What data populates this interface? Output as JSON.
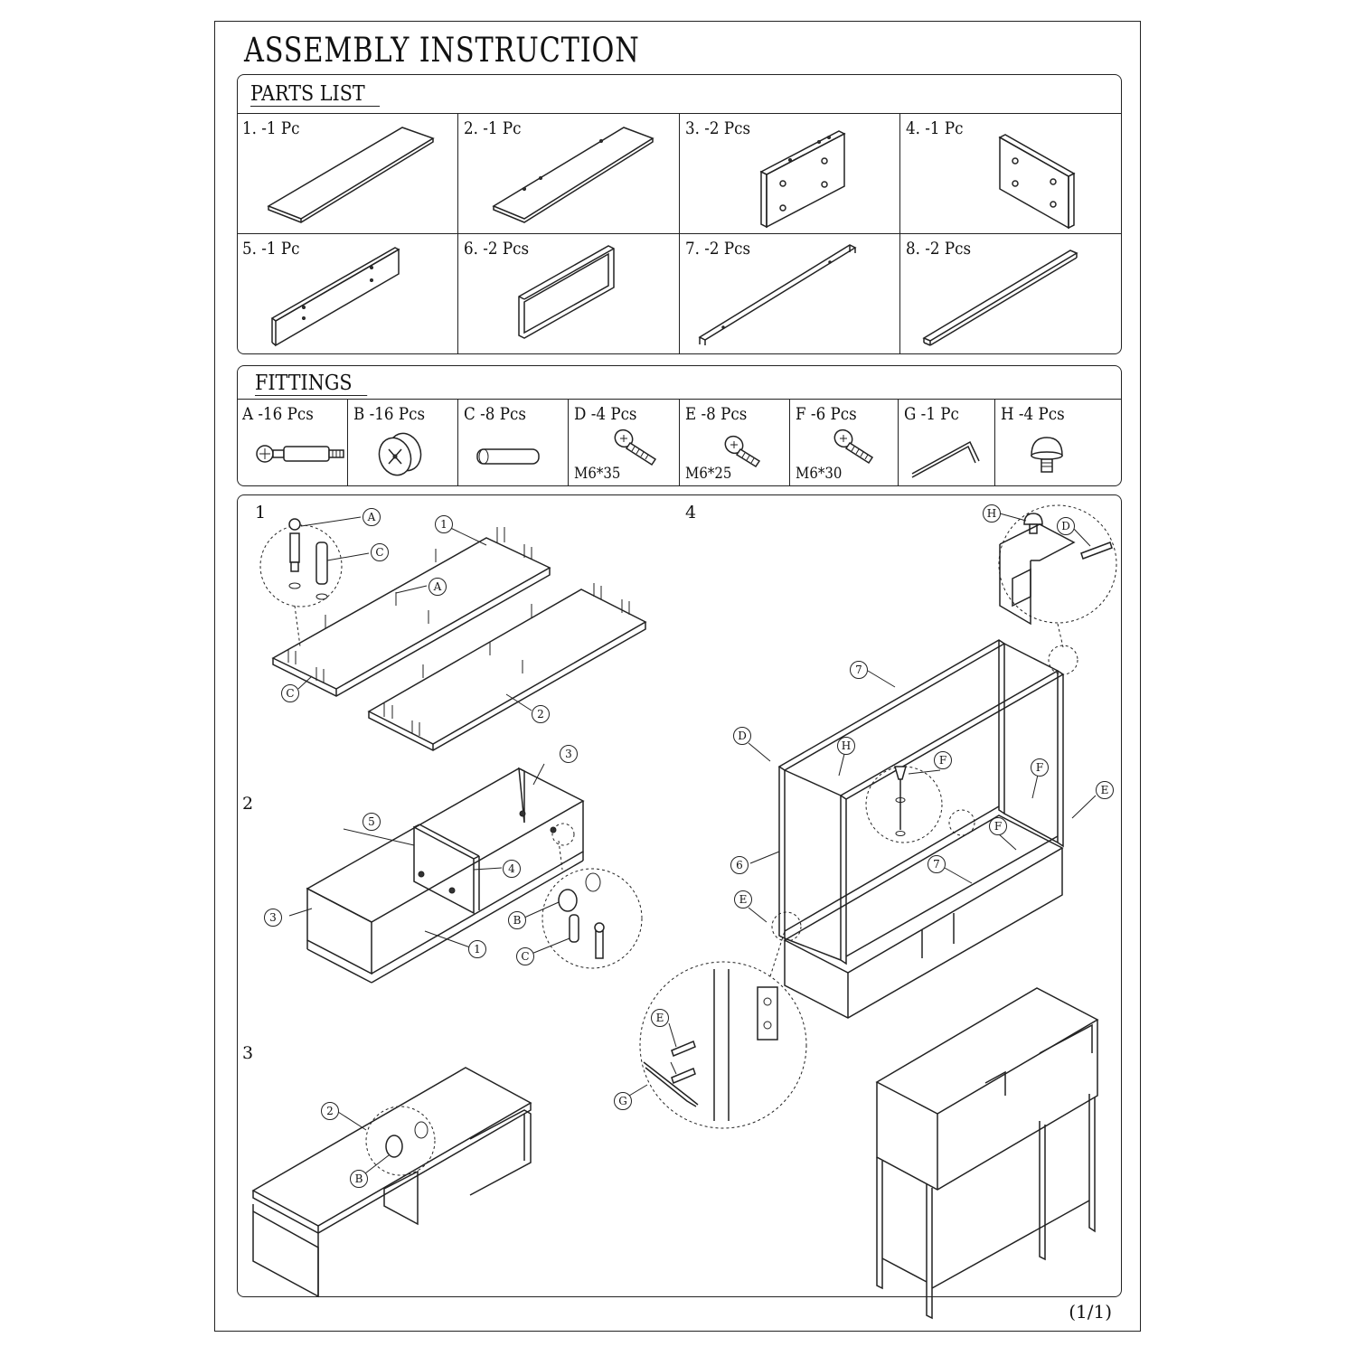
{
  "title": "ASSEMBLY INSTRUCTION",
  "parts_list": {
    "heading": "PARTS LIST",
    "items": [
      {
        "label": "1. -1 Pc"
      },
      {
        "label": "2. -1 Pc"
      },
      {
        "label": "3. -2 Pcs"
      },
      {
        "label": "4. -1 Pc"
      },
      {
        "label": "5. -1 Pc"
      },
      {
        "label": "6. -2 Pcs"
      },
      {
        "label": "7. -2 Pcs"
      },
      {
        "label": "8. -2 Pcs"
      }
    ]
  },
  "fittings": {
    "heading": "FITTINGS",
    "items": [
      {
        "label": "A -16 Pcs",
        "spec": ""
      },
      {
        "label": "B -16 Pcs",
        "spec": ""
      },
      {
        "label": "C -8 Pcs",
        "spec": ""
      },
      {
        "label": "D -4 Pcs",
        "spec": "M6*35"
      },
      {
        "label": "E -8 Pcs",
        "spec": "M6*25"
      },
      {
        "label": "F -6 Pcs",
        "spec": "M6*30"
      },
      {
        "label": "G -1 Pc",
        "spec": ""
      },
      {
        "label": "H -4 Pcs",
        "spec": ""
      }
    ]
  },
  "steps": {
    "s1": "1",
    "s2": "2",
    "s3": "3",
    "s4": "4"
  },
  "callouts": {
    "A": "A",
    "B": "B",
    "C": "C",
    "D": "D",
    "E": "E",
    "F": "F",
    "G": "G",
    "H": "H",
    "p1": "1",
    "p2": "2",
    "p3": "3",
    "p4": "4",
    "p5": "5",
    "p6": "6",
    "p7": "7"
  },
  "page_number": "(1/1)"
}
